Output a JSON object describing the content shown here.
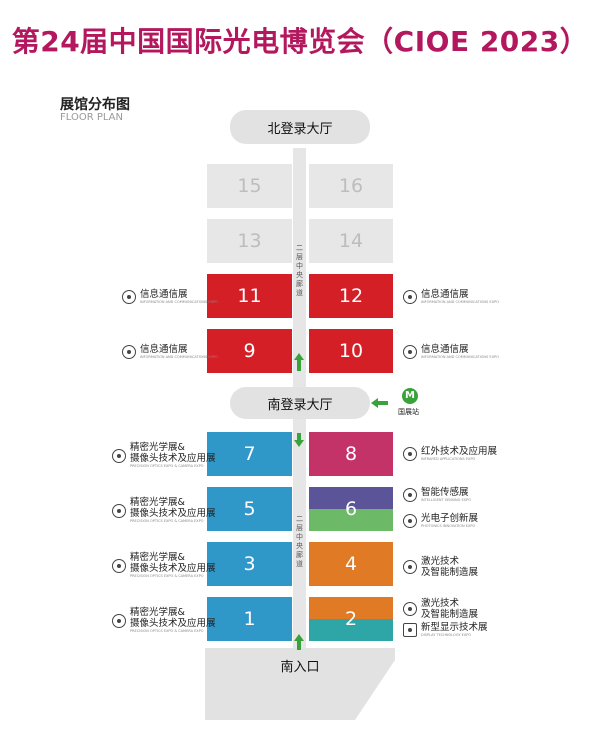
{
  "title": "第24届中国国际光电博览会（CIOE 2023）",
  "floor_plan": {
    "title_cn": "展馆分布图",
    "title_en": "FLOOR PLAN"
  },
  "lobbies": {
    "north": "北登录大厅",
    "south": "南登录大厅",
    "entrance": "南入口"
  },
  "corridor_label": "二层中央廊道",
  "metro_label": "国展站",
  "halls": {
    "h15": "15",
    "h16": "16",
    "h13": "13",
    "h14": "14",
    "h11": "11",
    "h12": "12",
    "h9": "9",
    "h10": "10",
    "h7": "7",
    "h8": "8",
    "h5": "5",
    "h6": "6",
    "h3": "3",
    "h4": "4",
    "h1": "1",
    "h2": "2"
  },
  "labels": {
    "info_comm": "信息通信展",
    "info_comm_en": "INFORMATION AND COMMUNICATIONS EXPO",
    "precision_optics_1": "精密光学展&",
    "precision_optics_2": "摄像头技术及应用展",
    "precision_optics_en": "PRECISION OPTICS EXPO & CAMERA EXPO",
    "infrared": "红外技术及应用展",
    "infrared_en": "INFRARED APPLICATIONS EXPO",
    "sensing": "智能传感展",
    "sensing_en": "INTELLIGENT SENSING EXPO",
    "photonics": "光电子创新展",
    "photonics_en": "PHOTONICS INNOVATION EXPO",
    "laser_1": "激光技术",
    "laser_2": "及智能制造展",
    "display": "新型显示技术展",
    "display_en": "DISPLAY TECHNOLOGY EXPO"
  },
  "colors": {
    "title": "#b3185f",
    "gray": "#e7e7e7",
    "red": "#d51f27",
    "blue": "#2f98c9",
    "magenta": "#c33368",
    "purple": "#5b5499",
    "green": "#6cba67",
    "orange": "#e07a24",
    "teal": "#2ea5a6",
    "arrow": "#3aa23a"
  }
}
